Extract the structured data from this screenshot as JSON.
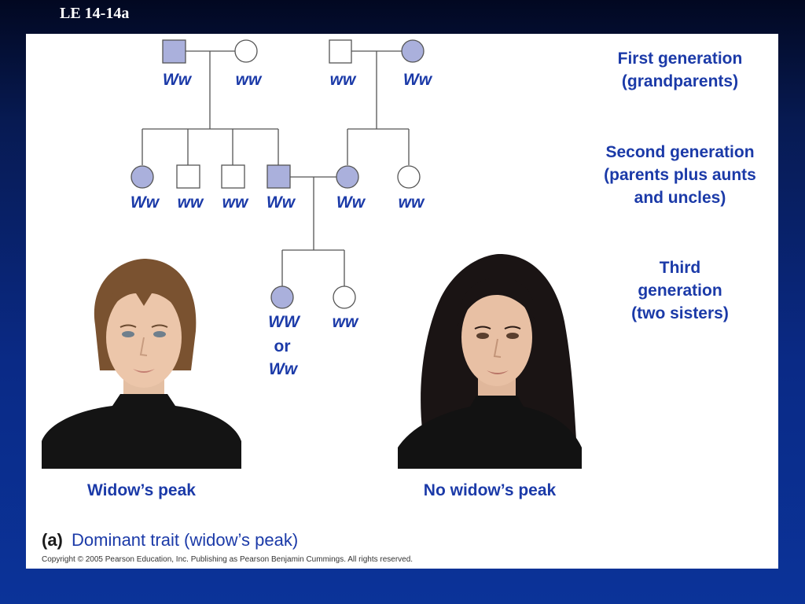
{
  "slide": {
    "title": "LE 14-14a"
  },
  "pedigree": {
    "gen1": [
      "Ww",
      "ww",
      "ww",
      "Ww"
    ],
    "gen2": [
      "Ww",
      "ww",
      "ww",
      "Ww",
      "Ww",
      "ww"
    ],
    "gen3_sister1": {
      "line1": "WW",
      "line2": "or",
      "line3": "Ww"
    },
    "gen3_sister2": "ww"
  },
  "generations": {
    "first": {
      "line1": "First generation",
      "line2": "(grandparents)"
    },
    "second": {
      "line1": "Second generation",
      "line2": "(parents plus aunts",
      "line3": "and uncles)"
    },
    "third": {
      "line1": "Third",
      "line2": "generation",
      "line3": "(two sisters)"
    }
  },
  "photos": {
    "left_caption": "Widow’s peak",
    "right_caption": "No widow’s peak"
  },
  "footer": {
    "panel_tag": "(a)",
    "panel_title": "Dominant trait (widow’s peak)",
    "copyright": "Copyright ©  2005 Pearson Education, Inc. Publishing as Pearson Benjamin Cummings. All rights reserved."
  },
  "colors": {
    "affected_fill": "#aab0dc",
    "text_blue": "#1b3aa8",
    "line": "#555555"
  }
}
